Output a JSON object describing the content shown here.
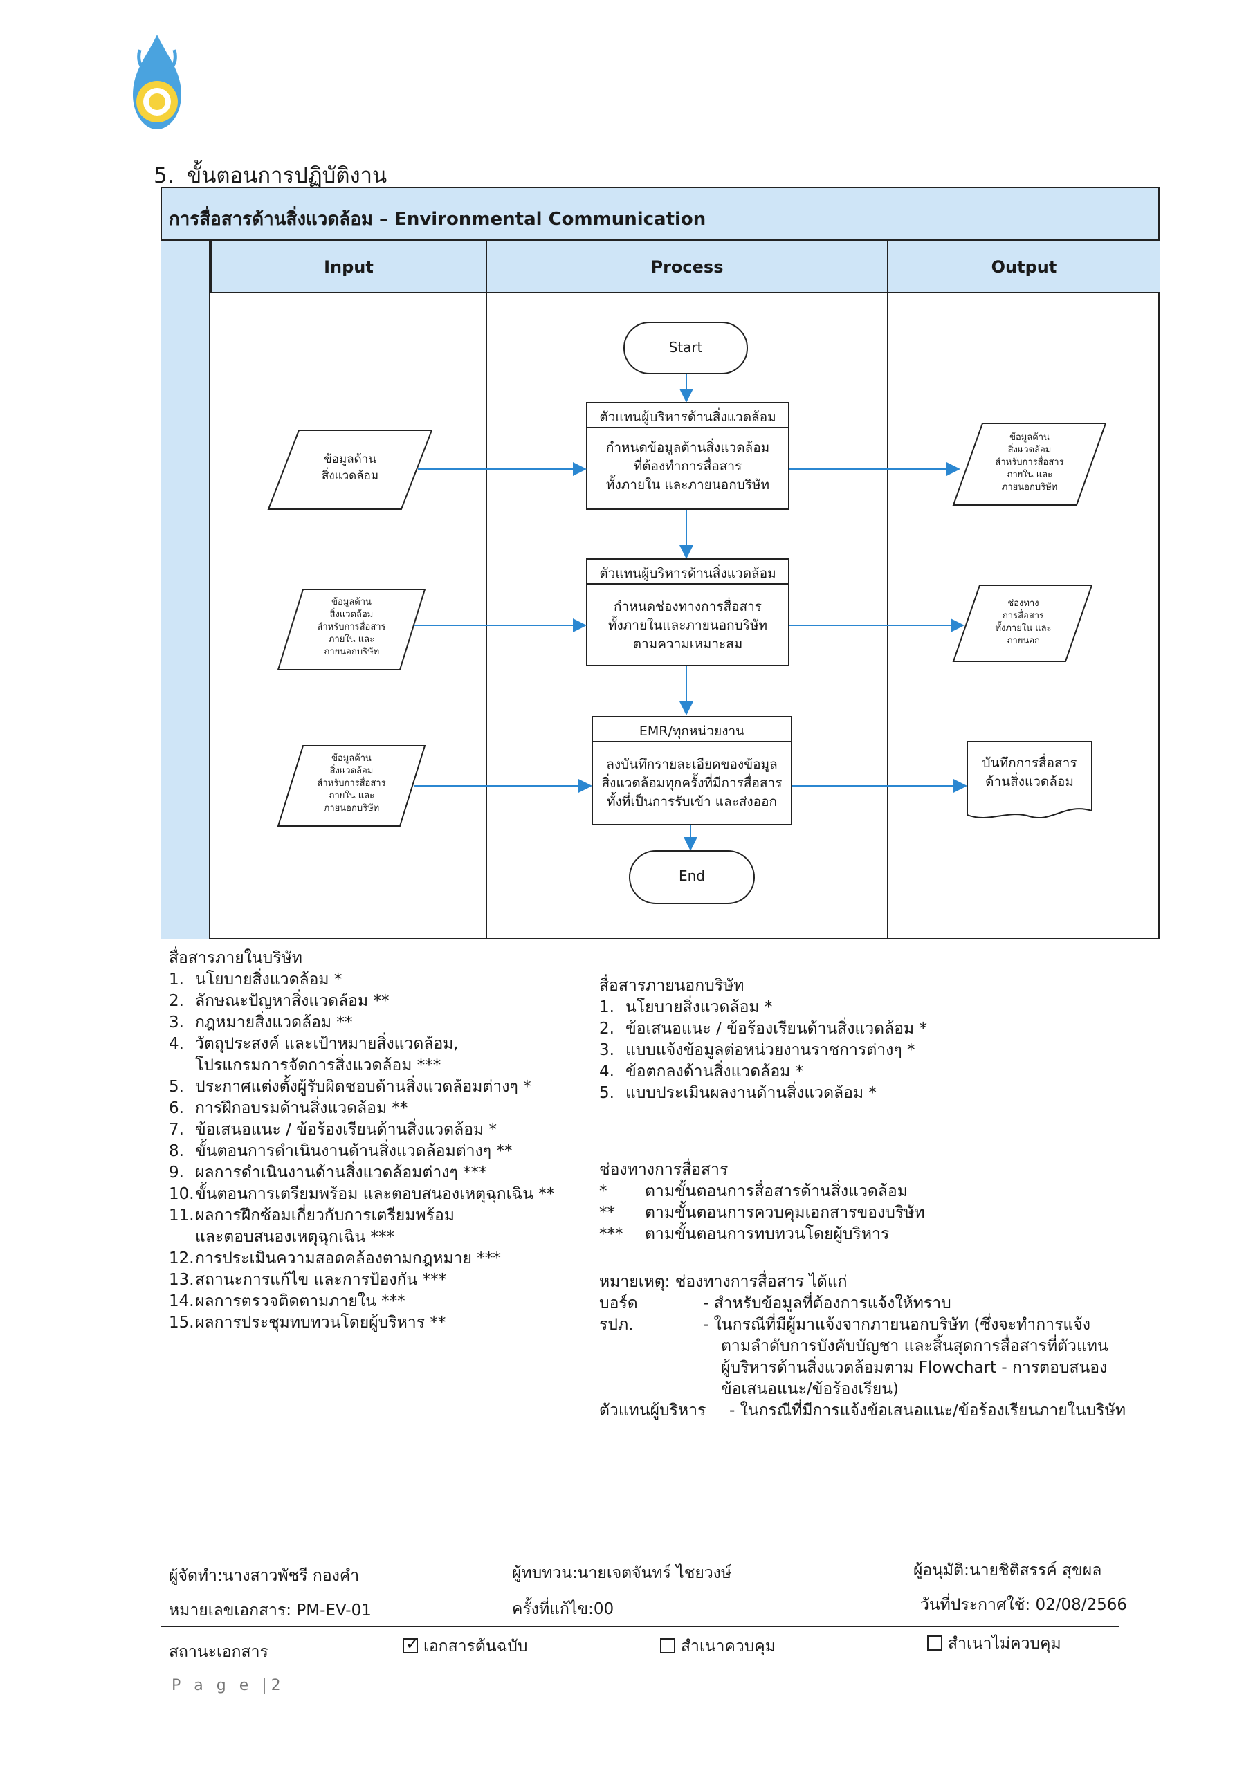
{
  "section": {
    "number": "5.",
    "title": "ขั้นตอนการปฏิบัติงาน"
  },
  "flowchart": {
    "title": "การสื่อสารด้านสิ่งแวดล้อม – Environmental Communication",
    "lanes": {
      "input": "Input",
      "process": "Process",
      "output": "Output"
    },
    "start": "Start",
    "end": "End",
    "steps": [
      {
        "owner": "ตัวแทนผู้บริหารด้านสิ่งแวดล้อม",
        "body": [
          "กำหนดข้อมูลด้านสิ่งแวดล้อม",
          "ที่ต้องทำการสื่อสาร",
          "ทั้งภายใน และภายนอกบริษัท"
        ],
        "input": [
          "ข้อมูลด้าน",
          "สิ่งแวดล้อม"
        ],
        "output": [
          "ข้อมูลด้าน",
          "สิ่งแวดล้อม",
          "สำหรับการสื่อสาร",
          "ภายใน และ",
          "ภายนอกบริษัท"
        ]
      },
      {
        "owner": "ตัวแทนผู้บริหารด้านสิ่งแวดล้อม",
        "body": [
          "กำหนดช่องทางการสื่อสาร",
          "ทั้งภายในและภายนอกบริษัท",
          "ตามความเหมาะสม"
        ],
        "input": [
          "ข้อมูลด้าน",
          "สิ่งแวดล้อม",
          "สำหรับการสื่อสาร",
          "ภายใน และ",
          "ภายนอกบริษัท"
        ],
        "output": [
          "ช่องทาง",
          "การสื่อสาร",
          "ทั้งภายใน และ",
          "ภายนอก"
        ]
      },
      {
        "owner": "EMR/ทุกหน่วยงาน",
        "body": [
          "ลงบันทึกรายละเอียดของข้อมูล",
          "สิ่งแวดล้อมทุกครั้งที่มีการสื่อสาร",
          "ทั้งที่เป็นการรับเข้า และส่งออก"
        ],
        "input": [
          "ข้อมูลด้าน",
          "สิ่งแวดล้อม",
          "สำหรับการสื่อสาร",
          "ภายใน และ",
          "ภายนอกบริษัท"
        ],
        "output": [
          "บันทึกการสื่อสาร",
          "ด้านสิ่งแวดล้อม"
        ]
      }
    ]
  },
  "internal": {
    "heading": "สื่อสารภายในบริษัท",
    "items": [
      [
        "1.",
        "นโยบายสิ่งแวดล้อม *"
      ],
      [
        "2.",
        "ลักษณะปัญหาสิ่งแวดล้อม **"
      ],
      [
        "3.",
        "กฎหมายสิ่งแวดล้อม **"
      ],
      [
        "4.",
        "วัตถุประสงค์ และเป้าหมายสิ่งแวดล้อม,"
      ],
      [
        "",
        "โปรแกรมการจัดการสิ่งแวดล้อม ***"
      ],
      [
        "5.",
        "ประกาศแต่งตั้งผู้รับผิดชอบด้านสิ่งแวดล้อมต่างๆ *"
      ],
      [
        "6.",
        "การฝึกอบรมด้านสิ่งแวดล้อม **"
      ],
      [
        "7.",
        "ข้อเสนอแนะ / ข้อร้องเรียนด้านสิ่งแวดล้อม *"
      ],
      [
        "8.",
        "ขั้นตอนการดำเนินงานด้านสิ่งแวดล้อมต่างๆ **"
      ],
      [
        "9.",
        "ผลการดำเนินงานด้านสิ่งแวดล้อมต่างๆ ***"
      ],
      [
        "10.",
        "ขั้นตอนการเตรียมพร้อม และตอบสนองเหตุฉุกเฉิน **"
      ],
      [
        "11.",
        "ผลการฝึกซ้อมเกี่ยวกับการเตรียมพร้อม"
      ],
      [
        "",
        "และตอบสนองเหตุฉุกเฉิน ***"
      ],
      [
        "12.",
        "การประเมินความสอดคล้องตามกฎหมาย ***"
      ],
      [
        "13.",
        "สถานะการแก้ไข และการป้องกัน ***"
      ],
      [
        "14.",
        "ผลการตรวจติดตามภายใน ***"
      ],
      [
        "15.",
        "ผลการประชุมทบทวนโดยผู้บริหาร **"
      ]
    ]
  },
  "external": {
    "heading": "สื่อสารภายนอกบริษัท",
    "items": [
      [
        "1.",
        "นโยบายสิ่งแวดล้อม *"
      ],
      [
        "2.",
        "ข้อเสนอแนะ / ข้อร้องเรียนด้านสิ่งแวดล้อม *"
      ],
      [
        "3.",
        "แบบแจ้งข้อมูลต่อหน่วยงานราชการต่างๆ *"
      ],
      [
        "4.",
        "ข้อตกลงด้านสิ่งแวดล้อม *"
      ],
      [
        "5.",
        "แบบประเมินผลงานด้านสิ่งแวดล้อม *"
      ]
    ]
  },
  "channels": {
    "heading": "ช่องทางการสื่อสาร",
    "items": [
      [
        "*",
        "ตามขั้นตอนการสื่อสารด้านสิ่งแวดล้อม"
      ],
      [
        "**",
        "ตามขั้นตอนการควบคุมเอกสารของบริษัท"
      ],
      [
        "***",
        "ตามขั้นตอนการทบทวนโดยผู้บริหาร"
      ]
    ]
  },
  "note": {
    "heading": "หมายเหตุ: ช่องทางการสื่อสาร ได้แก่",
    "board_label": "บอร์ด",
    "board_text": "- สำหรับข้อมูลที่ต้องการแจ้งให้ทราบ",
    "rpk_label": "รปภ.",
    "rpk_lines": [
      "- ในกรณีที่มีผู้มาแจ้งจากภายนอกบริษัท (ซึ่งจะทำการแจ้ง",
      "ตามลำดับการบังคับบัญชา และสิ้นสุดการสื่อสารที่ตัวแทน",
      "ผู้บริหารด้านสิ่งแวดล้อมตาม Flowchart  - การตอบสนอง",
      "ข้อเสนอแนะ/ข้อร้องเรียน)"
    ],
    "mgr_label": "ตัวแทนผู้บริหาร",
    "mgr_text": "- ในกรณีที่มีการแจ้งข้อเสนอแนะ/ข้อร้องเรียนภายในบริษัท"
  },
  "footer": {
    "prepared": "ผู้จัดทำ:นางสาวพัชรี  กองคำ",
    "reviewed": "ผู้ทบทวน:นายเจตจันทร์  ไชยวงษ์",
    "approved": "ผู้อนุมัติ:นายชิติสรรค์  สุขผล",
    "doc_no": "หมายเลขเอกสาร: PM-EV-01",
    "revision": "ครั้งที่แก้ไข:00",
    "effective": "วันที่ประกาศใช้: 02/08/2566",
    "status_label": "สถานะเอกสาร",
    "status_options": [
      {
        "label": "เอกสารต้นฉบับ",
        "checked": true
      },
      {
        "label": "สำเนาควบคุม",
        "checked": false
      },
      {
        "label": "สำเนาไม่ควบคุม",
        "checked": false
      }
    ],
    "page": "P a g e  |2"
  },
  "colors": {
    "band": "#cfe5f7",
    "arrow": "#2b87d1",
    "line": "#222222"
  }
}
